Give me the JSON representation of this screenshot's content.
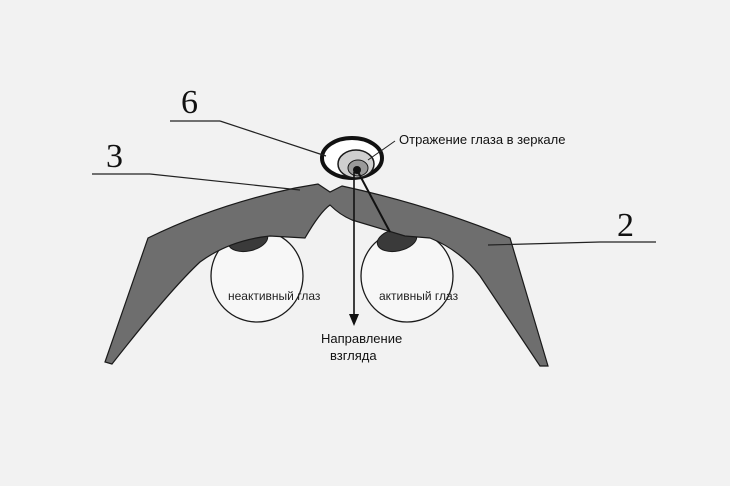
{
  "diagram": {
    "callouts": {
      "mirror": "6",
      "bridge": "3",
      "frame_arm": "2"
    },
    "labels": {
      "reflection": "Отражение глаза в зеркале",
      "inactive_eye": "неактивный глаз",
      "active_eye": "активный глаз",
      "gaze_line1": "Направление",
      "gaze_line2": "взгляда"
    },
    "colors": {
      "background": "#f2f2f2",
      "frame_fill": "#6e6e6e",
      "outline": "#1a1a1a",
      "pupil_fill": "#3a3a3a",
      "mirror_inner": "#cfcfcf"
    }
  }
}
